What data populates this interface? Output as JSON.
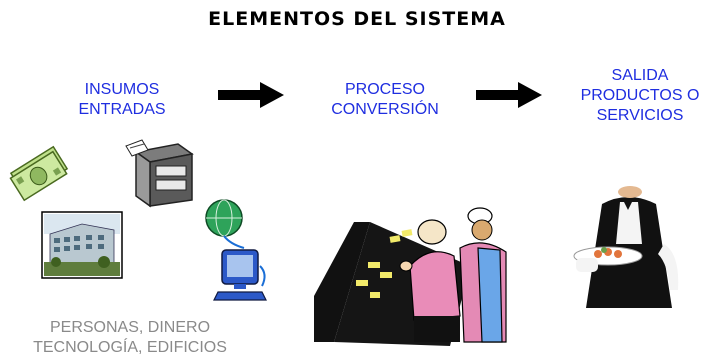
{
  "title": "ELEMENTOS DEL SISTEMA",
  "inputs": {
    "line1": "INSUMOS",
    "line2": "ENTRADAS"
  },
  "process": {
    "line1": "PROCESO",
    "line2": "CONVERSIÓN"
  },
  "output": {
    "line1": "SALIDA",
    "line2": "PRODUCTOS O",
    "line3": "SERVICIOS"
  },
  "resources": {
    "line1": "PERSONAS, DINERO",
    "line2": "TECNOLOGÍA, EDIFICIOS"
  },
  "colors": {
    "label_blue": "#1f2ee0",
    "resource_gray": "#8a8a8a"
  }
}
